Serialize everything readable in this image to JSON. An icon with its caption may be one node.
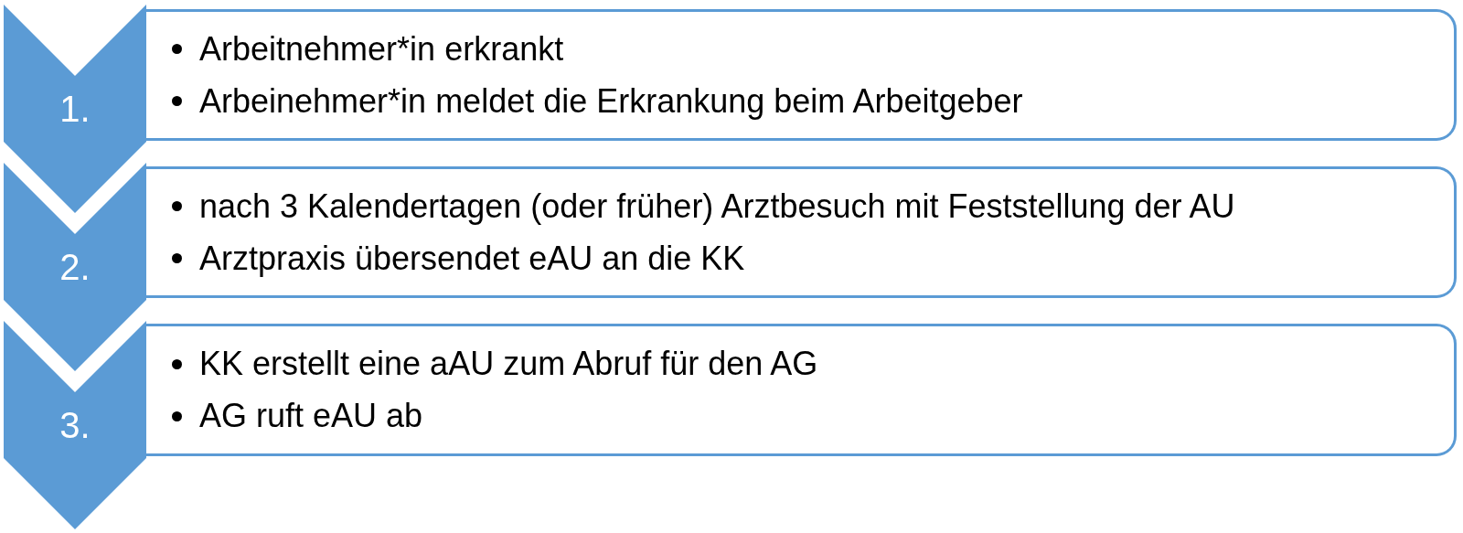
{
  "diagram": {
    "nodes": [
      {
        "text": [
          "1."
        ]
      },
      {
        "text": [
          "Arbeitnehmer*in erkrankt",
          "Arbeinehmer*in meldet die Erkrankung beim Arbeitgeber"
        ]
      },
      {
        "text": [
          "2."
        ]
      },
      {
        "text": [
          "nach 3 Kalendertagen (oder früher) Arztbesuch mit Feststellung der AU",
          "Arztpraxis übersendet eAU an die KK"
        ]
      },
      {
        "text": [
          "3."
        ]
      },
      {
        "text": [
          "KK erstellt eine aAU zum Abruf für den AG",
          "AG ruft eAU ab"
        ]
      }
    ]
  }
}
